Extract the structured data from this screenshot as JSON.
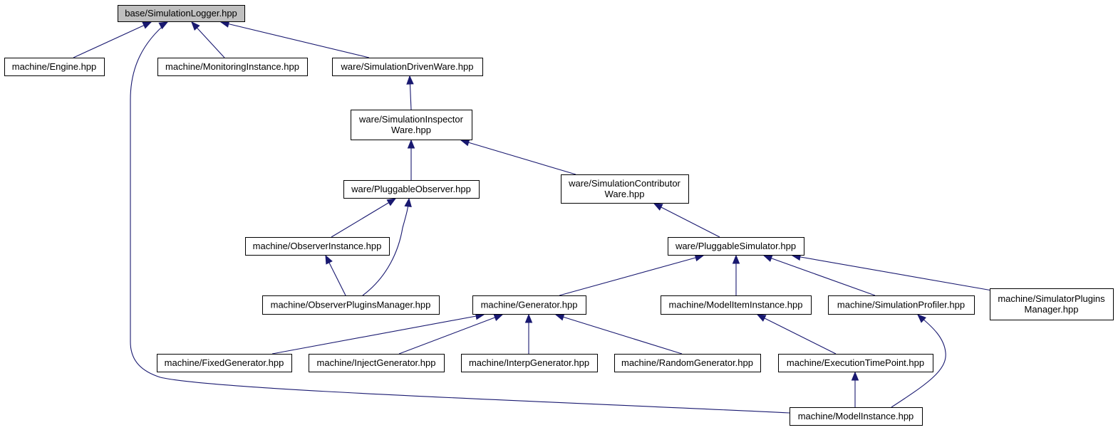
{
  "graph": {
    "type": "include-dependency-graph",
    "colors": {
      "edge": "#191970",
      "node_border": "#000000",
      "node_fill": "#ffffff",
      "root_fill": "#bfbfbf"
    },
    "nodes": [
      {
        "id": "logger",
        "lines": [
          "base/SimulationLogger.hpp"
        ],
        "root": true
      },
      {
        "id": "engine",
        "lines": [
          "machine/Engine.hpp"
        ]
      },
      {
        "id": "monitoring",
        "lines": [
          "machine/MonitoringInstance.hpp"
        ]
      },
      {
        "id": "simdriven",
        "lines": [
          "ware/SimulationDrivenWare.hpp"
        ]
      },
      {
        "id": "inspector",
        "lines": [
          "ware/SimulationInspector",
          "Ware.hpp"
        ]
      },
      {
        "id": "pluggableobs",
        "lines": [
          "ware/PluggableObserver.hpp"
        ]
      },
      {
        "id": "contributor",
        "lines": [
          "ware/SimulationContributor",
          "Ware.hpp"
        ]
      },
      {
        "id": "obsinstance",
        "lines": [
          "machine/ObserverInstance.hpp"
        ]
      },
      {
        "id": "pluggablesim",
        "lines": [
          "ware/PluggableSimulator.hpp"
        ]
      },
      {
        "id": "obsplugins",
        "lines": [
          "machine/ObserverPluginsManager.hpp"
        ]
      },
      {
        "id": "generator",
        "lines": [
          "machine/Generator.hpp"
        ]
      },
      {
        "id": "modelitem",
        "lines": [
          "machine/ModelItemInstance.hpp"
        ]
      },
      {
        "id": "profiler",
        "lines": [
          "machine/SimulationProfiler.hpp"
        ]
      },
      {
        "id": "simplugins",
        "lines": [
          "machine/SimulatorPlugins",
          "Manager.hpp"
        ]
      },
      {
        "id": "fixedgen",
        "lines": [
          "machine/FixedGenerator.hpp"
        ]
      },
      {
        "id": "injectgen",
        "lines": [
          "machine/InjectGenerator.hpp"
        ]
      },
      {
        "id": "interpgen",
        "lines": [
          "machine/InterpGenerator.hpp"
        ]
      },
      {
        "id": "randomgen",
        "lines": [
          "machine/RandomGenerator.hpp"
        ]
      },
      {
        "id": "exectime",
        "lines": [
          "machine/ExecutionTimePoint.hpp"
        ]
      },
      {
        "id": "modelinstance",
        "lines": [
          "machine/ModelInstance.hpp"
        ]
      }
    ],
    "edges": [
      {
        "from": "engine",
        "to": "logger"
      },
      {
        "from": "monitoring",
        "to": "logger"
      },
      {
        "from": "simdriven",
        "to": "logger"
      },
      {
        "from": "modelinstance",
        "to": "logger"
      },
      {
        "from": "inspector",
        "to": "simdriven"
      },
      {
        "from": "pluggableobs",
        "to": "inspector"
      },
      {
        "from": "contributor",
        "to": "inspector"
      },
      {
        "from": "obsinstance",
        "to": "pluggableobs"
      },
      {
        "from": "obsplugins",
        "to": "pluggableobs"
      },
      {
        "from": "obsplugins",
        "to": "obsinstance"
      },
      {
        "from": "pluggablesim",
        "to": "contributor"
      },
      {
        "from": "generator",
        "to": "pluggablesim"
      },
      {
        "from": "modelitem",
        "to": "pluggablesim"
      },
      {
        "from": "profiler",
        "to": "pluggablesim"
      },
      {
        "from": "simplugins",
        "to": "pluggablesim"
      },
      {
        "from": "fixedgen",
        "to": "generator"
      },
      {
        "from": "injectgen",
        "to": "generator"
      },
      {
        "from": "interpgen",
        "to": "generator"
      },
      {
        "from": "randomgen",
        "to": "generator"
      },
      {
        "from": "exectime",
        "to": "modelitem"
      },
      {
        "from": "modelinstance",
        "to": "exectime"
      },
      {
        "from": "modelinstance",
        "to": "profiler"
      }
    ]
  }
}
